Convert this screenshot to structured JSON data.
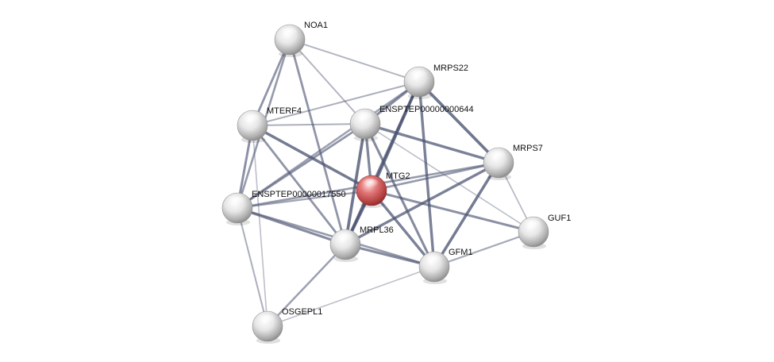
{
  "colors": {
    "edge": "#4a5270",
    "node_gray": "#cfcfcf",
    "node_query": "#d65c5c",
    "background": "#ffffff"
  },
  "nodes": [
    {
      "id": "NOA1",
      "label": "NOA1",
      "type": "neighbor"
    },
    {
      "id": "MRPS22",
      "label": "MRPS22",
      "type": "neighbor"
    },
    {
      "id": "MTERF4",
      "label": "MTERF4",
      "type": "neighbor"
    },
    {
      "id": "ENSPTEP00000000644",
      "label": "ENSPTEP00000000644",
      "type": "neighbor"
    },
    {
      "id": "MRPS7",
      "label": "MRPS7",
      "type": "neighbor"
    },
    {
      "id": "MTG2",
      "label": "MTG2",
      "type": "query"
    },
    {
      "id": "ENSPTEP00000017550",
      "label": "ENSPTEP00000017550",
      "type": "neighbor"
    },
    {
      "id": "GUF1",
      "label": "GUF1",
      "type": "neighbor"
    },
    {
      "id": "MRPL36",
      "label": "MRPL36",
      "type": "neighbor"
    },
    {
      "id": "GFM1",
      "label": "GFM1",
      "type": "neighbor"
    },
    {
      "id": "OSGEPL1",
      "label": "OSGEPL1",
      "type": "neighbor"
    }
  ],
  "edges": [
    {
      "source": "NOA1",
      "target": "MTERF4",
      "strength": 0.6
    },
    {
      "source": "NOA1",
      "target": "ENSPTEP00000017550",
      "strength": 0.55
    },
    {
      "source": "NOA1",
      "target": "MRPS22",
      "strength": 0.3
    },
    {
      "source": "NOA1",
      "target": "ENSPTEP00000000644",
      "strength": 0.3
    },
    {
      "source": "NOA1",
      "target": "MRPL36",
      "strength": 0.6
    },
    {
      "source": "MRPS22",
      "target": "MTERF4",
      "strength": 0.35
    },
    {
      "source": "MRPS22",
      "target": "ENSPTEP00000017550",
      "strength": 0.5
    },
    {
      "source": "MRPS22",
      "target": "ENSPTEP00000000644",
      "strength": 0.7
    },
    {
      "source": "MRPS22",
      "target": "MTG2",
      "strength": 0.9
    },
    {
      "source": "MRPS22",
      "target": "MRPS7",
      "strength": 0.9
    },
    {
      "source": "MRPS22",
      "target": "GFM1",
      "strength": 0.8
    },
    {
      "source": "MRPS22",
      "target": "MRPL36",
      "strength": 0.8
    },
    {
      "source": "MTERF4",
      "target": "ENSPTEP00000000644",
      "strength": 0.35
    },
    {
      "source": "MTERF4",
      "target": "ENSPTEP00000017550",
      "strength": 0.65
    },
    {
      "source": "MTERF4",
      "target": "MTG2",
      "strength": 0.85
    },
    {
      "source": "MTERF4",
      "target": "MRPL36",
      "strength": 0.6
    },
    {
      "source": "MTERF4",
      "target": "OSGEPL1",
      "strength": 0.2
    },
    {
      "source": "ENSPTEP00000000644",
      "target": "ENSPTEP00000017550",
      "strength": 0.6
    },
    {
      "source": "ENSPTEP00000000644",
      "target": "MTG2",
      "strength": 0.75
    },
    {
      "source": "ENSPTEP00000000644",
      "target": "MRPS7",
      "strength": 0.8
    },
    {
      "source": "ENSPTEP00000000644",
      "target": "MRPL36",
      "strength": 0.9
    },
    {
      "source": "ENSPTEP00000000644",
      "target": "GFM1",
      "strength": 0.7
    },
    {
      "source": "ENSPTEP00000000644",
      "target": "GUF1",
      "strength": 0.2
    },
    {
      "source": "MRPS7",
      "target": "MTG2",
      "strength": 0.55
    },
    {
      "source": "MRPS7",
      "target": "MRPL36",
      "strength": 0.8
    },
    {
      "source": "MRPS7",
      "target": "GFM1",
      "strength": 0.85
    },
    {
      "source": "MRPS7",
      "target": "GUF1",
      "strength": 0.25
    },
    {
      "source": "MRPS7",
      "target": "ENSPTEP00000017550",
      "strength": 0.55
    },
    {
      "source": "MTG2",
      "target": "ENSPTEP00000017550",
      "strength": 0.45
    },
    {
      "source": "MTG2",
      "target": "MRPL36",
      "strength": 0.95
    },
    {
      "source": "MTG2",
      "target": "GFM1",
      "strength": 0.8
    },
    {
      "source": "MTG2",
      "target": "GUF1",
      "strength": 0.65
    },
    {
      "source": "ENSPTEP00000017550",
      "target": "MRPL36",
      "strength": 0.7
    },
    {
      "source": "ENSPTEP00000017550",
      "target": "GFM1",
      "strength": 0.55
    },
    {
      "source": "ENSPTEP00000017550",
      "target": "OSGEPL1",
      "strength": 0.35
    },
    {
      "source": "MRPL36",
      "target": "GFM1",
      "strength": 0.7
    },
    {
      "source": "MRPL36",
      "target": "OSGEPL1",
      "strength": 0.5
    },
    {
      "source": "GFM1",
      "target": "GUF1",
      "strength": 0.4
    },
    {
      "source": "GFM1",
      "target": "OSGEPL1",
      "strength": 0.2
    }
  ]
}
